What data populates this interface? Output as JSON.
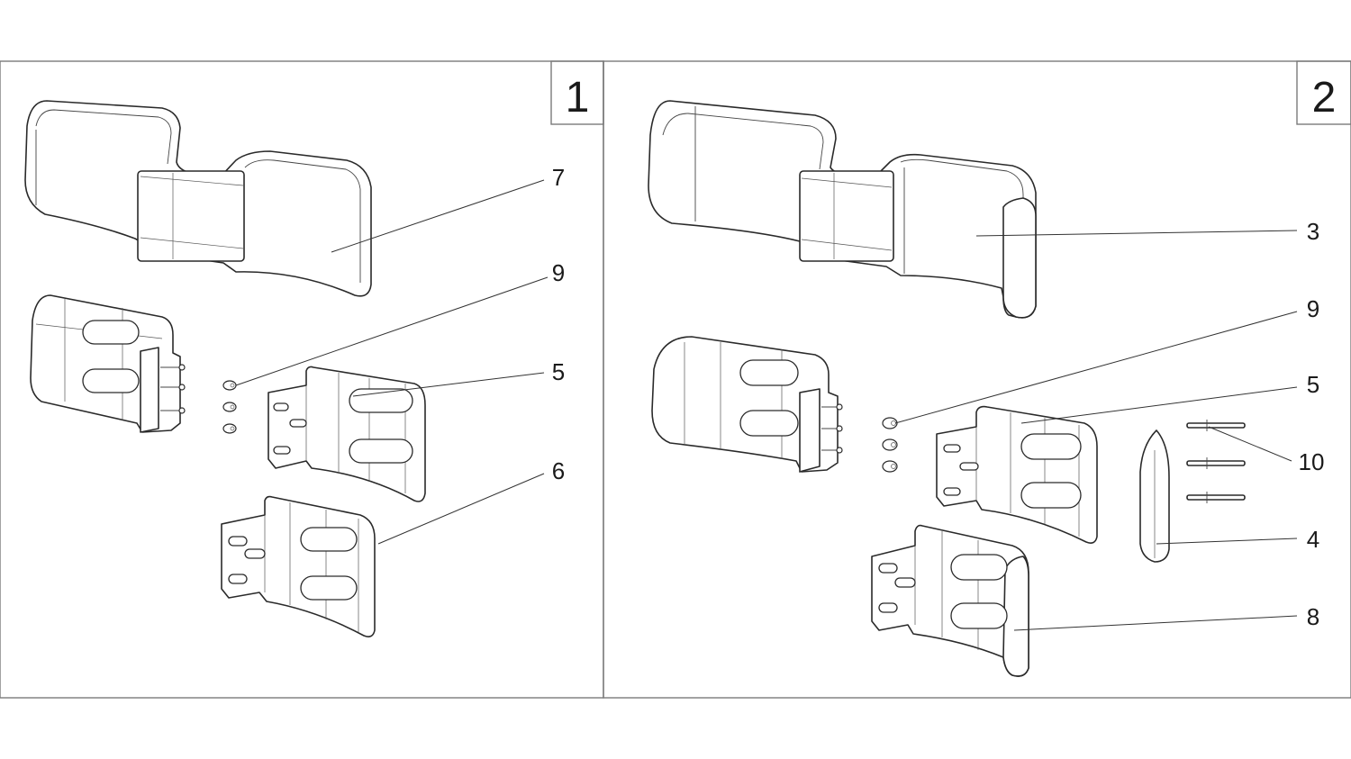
{
  "panels": [
    {
      "number": "1",
      "callouts": [
        "7",
        "9",
        "5",
        "6"
      ]
    },
    {
      "number": "2",
      "callouts": [
        "3",
        "9",
        "5",
        "10",
        "4",
        "8"
      ]
    }
  ],
  "colors": {
    "line": "#2a2a2a",
    "frame": "#7a7a7a",
    "background": "#ffffff"
  }
}
